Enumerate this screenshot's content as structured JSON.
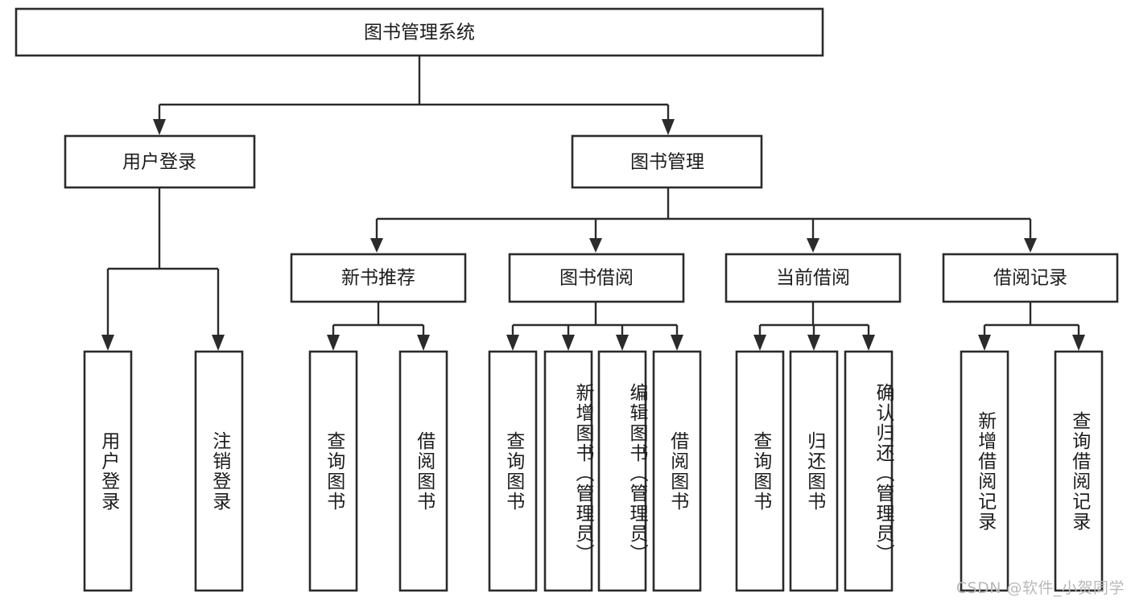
{
  "diagram": {
    "type": "tree-hierarchy-chart",
    "title_node": {
      "id": "root",
      "label": "图书管理系统"
    },
    "level2": [
      {
        "id": "user-login",
        "label": "用户登录"
      },
      {
        "id": "book-management",
        "label": "图书管理"
      }
    ],
    "level3": [
      {
        "id": "new-book-recommend",
        "label": "新书推荐",
        "parent": "book-management"
      },
      {
        "id": "book-borrow",
        "label": "图书借阅",
        "parent": "book-management"
      },
      {
        "id": "current-borrow",
        "label": "当前借阅",
        "parent": "book-management"
      },
      {
        "id": "borrow-record",
        "label": "借阅记录",
        "parent": "book-management"
      }
    ],
    "leaves": [
      {
        "id": "leaf-user-login",
        "label": "用户登录",
        "parent": "user-login"
      },
      {
        "id": "leaf-logout-login",
        "label": "注销登录",
        "parent": "user-login"
      },
      {
        "id": "leaf-query-book-1",
        "label": "查询图书",
        "parent": "new-book-recommend"
      },
      {
        "id": "leaf-borrow-book-1",
        "label": "借阅图书",
        "parent": "new-book-recommend"
      },
      {
        "id": "leaf-query-book-2",
        "label": "查询图书",
        "parent": "book-borrow"
      },
      {
        "id": "leaf-add-book",
        "label": "新增图书（管理员）",
        "parent": "book-borrow"
      },
      {
        "id": "leaf-edit-book",
        "label": "编辑图书（管理员）",
        "parent": "book-borrow"
      },
      {
        "id": "leaf-borrow-book-2",
        "label": "借阅图书",
        "parent": "book-borrow"
      },
      {
        "id": "leaf-query-book-3",
        "label": "查询图书",
        "parent": "current-borrow"
      },
      {
        "id": "leaf-return-book",
        "label": "归还图书",
        "parent": "current-borrow"
      },
      {
        "id": "leaf-confirm-return",
        "label": "确认归还（管理员）",
        "parent": "current-borrow"
      },
      {
        "id": "leaf-add-record",
        "label": "新增借阅记录",
        "parent": "borrow-record"
      },
      {
        "id": "leaf-query-record",
        "label": "查询借阅记录",
        "parent": "borrow-record"
      }
    ]
  },
  "watermark": {
    "text": "CSDN @软件_小贺同学"
  },
  "colors": {
    "box_stroke": "#2b2b2b",
    "box_fill": "#ffffff",
    "text": "#1c1c1c",
    "background": "#ffffff",
    "watermark": "#b9b9b9"
  }
}
